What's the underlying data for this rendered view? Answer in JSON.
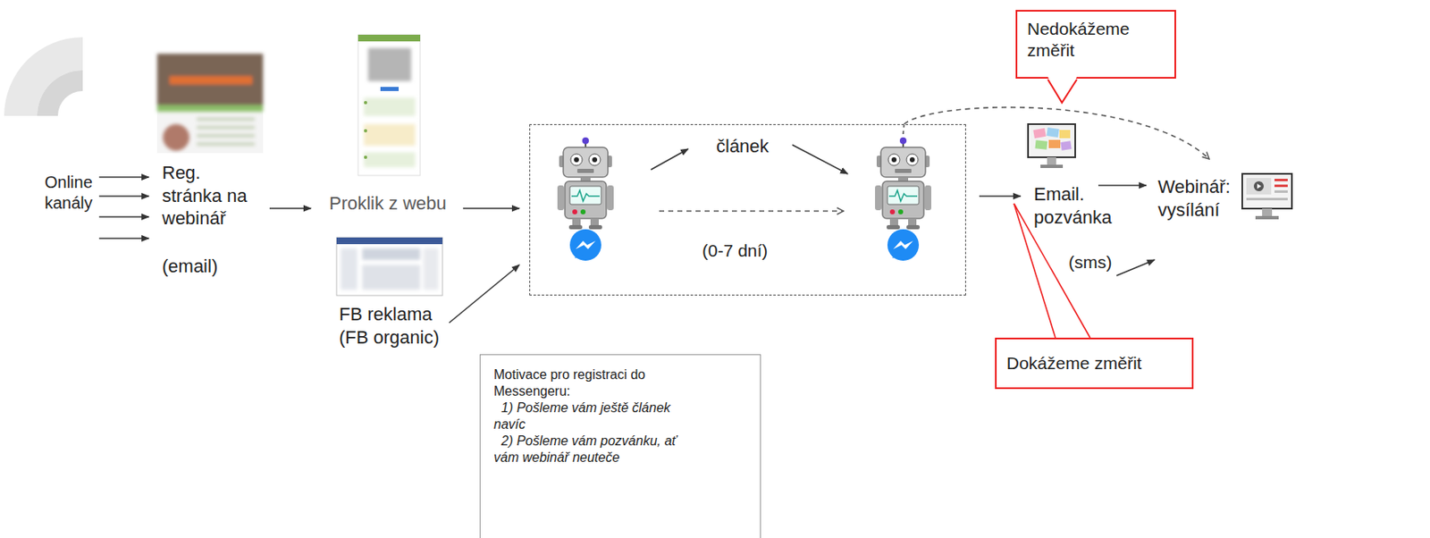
{
  "diagram": {
    "nodes": [
      {
        "text": [
          "Online kanály"
        ]
      },
      {
        "text": [
          "Reg. stránka na webinář",
          "(email)"
        ]
      },
      {
        "text": [
          "Proklik z webu"
        ]
      },
      {
        "text": [
          "FB reklama",
          "(FB organic)"
        ]
      },
      {
        "text": []
      },
      {
        "text": [
          "článek"
        ],
        "in": 4
      },
      {
        "text": [
          "Email. pozvánka"
        ]
      },
      {
        "text": [
          "Webinář: vysílání"
        ]
      },
      {
        "text": [
          "Nedokážeme změřit"
        ]
      },
      {
        "text": [
          "Dokážeme změřit"
        ]
      },
      {
        "text": [
          "Motivace pro registraci do Messengeru:",
          "1) Pošleme vám ještě článek navíc",
          "2) Pošleme vám pozvánku, ať vám webinář neuteče"
        ]
      }
    ],
    "edges": [
      {
        "from": 0,
        "to": 1,
        "arrow": "to"
      },
      {
        "from": 1,
        "to": 2,
        "arrow": "to"
      },
      {
        "from": 2,
        "to": 4,
        "arrow": "to"
      },
      {
        "from": 3,
        "to": 4,
        "arrow": "to"
      },
      {
        "from": 4,
        "to": 6,
        "arrow": "to"
      },
      {
        "from": 6,
        "to": 7,
        "arrow": "to"
      },
      {
        "from": 4,
        "to": 7,
        "arrow": "to"
      }
    ],
    "labels": [
      "(0-7 dní)",
      "(sms)"
    ]
  }
}
